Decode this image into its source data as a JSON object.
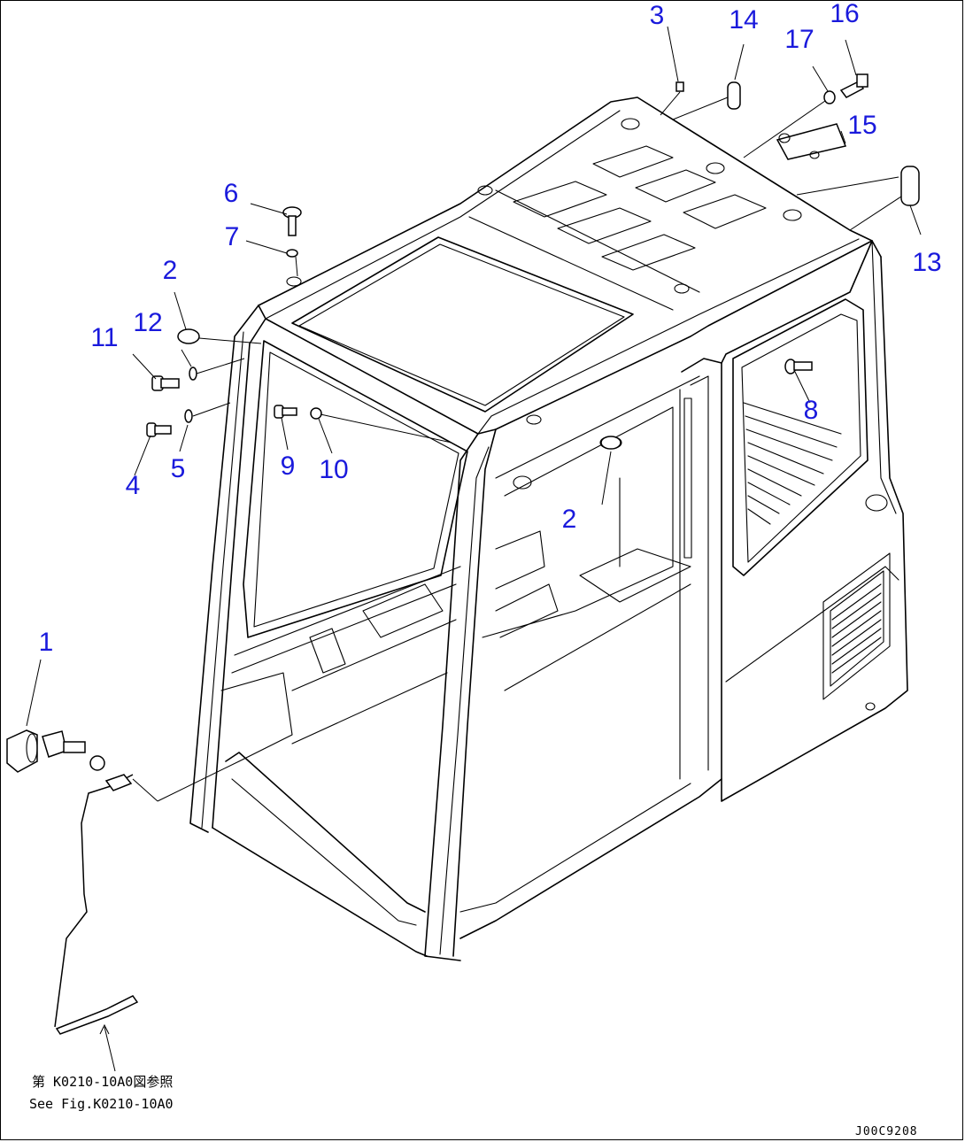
{
  "callouts": {
    "c1": "1",
    "c2a": "2",
    "c2b": "2",
    "c3": "3",
    "c4": "4",
    "c5": "5",
    "c6": "6",
    "c7": "7",
    "c8": "8",
    "c9": "9",
    "c10": "10",
    "c11": "11",
    "c12": "12",
    "c13": "13",
    "c14": "14",
    "c15": "15",
    "c16": "16",
    "c17": "17"
  },
  "reference_note": {
    "line_jp": "第 K0210-10A0図参照",
    "line_en": "See Fig.K0210-10A0"
  },
  "drawing_number": "J00C9208",
  "colors": {
    "callout": "#1a1adc",
    "line": "#000000"
  }
}
